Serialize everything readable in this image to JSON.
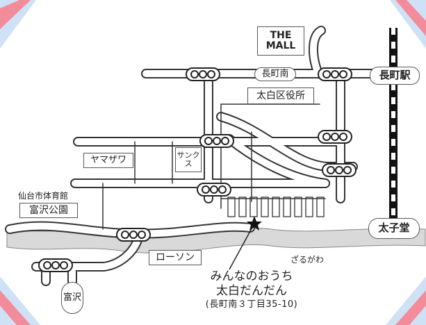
{
  "places": {
    "the_mall": "THE MALL",
    "nagamachi_minami": "長町南",
    "nagamachi_station": "長町駅",
    "taihaku_ward_office": "太白区役所",
    "yamazawa": "ヤマザワ",
    "sunkus": "サンクス",
    "sendai_gym": "仙台市体育館",
    "tomizawa_park": "富沢公園",
    "lawson": "ローソン",
    "taishido": "太子堂",
    "tomizawa": "富沢",
    "sarugawa": "ざるがわ"
  },
  "destination": {
    "name_line1": "みんなのおうち",
    "name_line2": "太白だんだん",
    "address": "(長町南３丁目35-10)"
  },
  "colors": {
    "corner_pink": "#f28c9b",
    "corner_blue": "#cfe1f5",
    "road_outline": "#333333",
    "river": "#d9d9d9"
  }
}
